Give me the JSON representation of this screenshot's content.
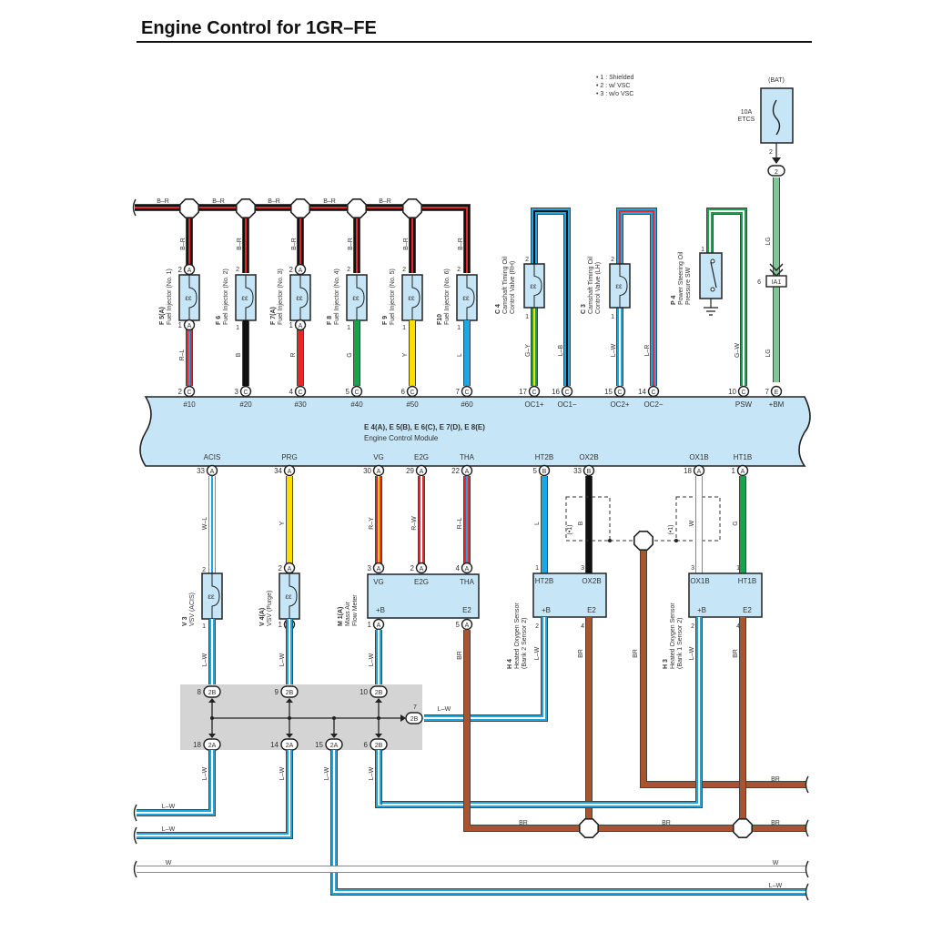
{
  "title": "Engine Control for 1GR–FE",
  "notes": [
    "• 1 : Shielded",
    "• 2 : w/ VSC",
    "• 3 : w/o VSC"
  ],
  "colors": {
    "module_fill": "#c6e6f7",
    "B": "#111111",
    "R": "#e8262c",
    "G": "#17a34a",
    "Y": "#ffdd00",
    "L": "#1aa7e6",
    "W": "#ffffff",
    "BR": "#a9532f",
    "LG": "#7cc896",
    "wire_outline": "#333333"
  },
  "fuse": {
    "source": "(BAT)",
    "rating": "10A",
    "name": "ETCS",
    "out_pin": "2",
    "connector": "2"
  },
  "ia1": {
    "label": "IA1",
    "pin": "6",
    "wire_upper": "LG",
    "wire_lower": "LG"
  },
  "ecm": {
    "ids": "E 4(A), E 5(B), E 6(C), E 7(D), E 8(E)",
    "name": "Engine Control Module",
    "top_pins": [
      {
        "terminal": "#10",
        "pin": "2",
        "conn": "C"
      },
      {
        "terminal": "#20",
        "pin": "3",
        "conn": "C"
      },
      {
        "terminal": "#30",
        "pin": "4",
        "conn": "C"
      },
      {
        "terminal": "#40",
        "pin": "5",
        "conn": "C"
      },
      {
        "terminal": "#50",
        "pin": "6",
        "conn": "C"
      },
      {
        "terminal": "#60",
        "pin": "7",
        "conn": "C"
      },
      {
        "terminal": "OC1+",
        "pin": "17",
        "conn": "C"
      },
      {
        "terminal": "OC1−",
        "pin": "16",
        "conn": "C"
      },
      {
        "terminal": "OC2+",
        "pin": "15",
        "conn": "C"
      },
      {
        "terminal": "OC2−",
        "pin": "14",
        "conn": "C"
      },
      {
        "terminal": "PSW",
        "pin": "10",
        "conn": "C"
      },
      {
        "terminal": "+BM",
        "pin": "7",
        "conn": "E"
      }
    ],
    "bottom_pins": [
      {
        "terminal": "ACIS",
        "pin": "33",
        "conn": "A"
      },
      {
        "terminal": "PRG",
        "pin": "34",
        "conn": "A"
      },
      {
        "terminal": "VG",
        "pin": "30",
        "conn": "A"
      },
      {
        "terminal": "E2G",
        "pin": "29",
        "conn": "A"
      },
      {
        "terminal": "THA",
        "pin": "22",
        "conn": "A"
      },
      {
        "terminal": "HT2B",
        "pin": "5",
        "conn": "B"
      },
      {
        "terminal": "OX2B",
        "pin": "33",
        "conn": "B"
      },
      {
        "terminal": "OX1B",
        "pin": "18",
        "conn": "A"
      },
      {
        "terminal": "HT1B",
        "pin": "1",
        "conn": "A"
      }
    ]
  },
  "injectors": [
    {
      "id": "F 5(A)",
      "name": "Fuel Injector (No. 1)",
      "top_wire": "B–R",
      "bottom_wire": "R–L",
      "pin_conn": "A"
    },
    {
      "id": "F 6",
      "name": "Fuel Injector (No. 2)",
      "top_wire": "B–R",
      "bottom_wire": "B",
      "pin_conn": ""
    },
    {
      "id": "F 7(A)",
      "name": "Fuel Injector (No. 3)",
      "top_wire": "B–R",
      "bottom_wire": "R",
      "pin_conn": "A"
    },
    {
      "id": "F 8",
      "name": "Fuel Injector (No. 4)",
      "top_wire": "B–R",
      "bottom_wire": "G",
      "pin_conn": ""
    },
    {
      "id": "F 9",
      "name": "Fuel Injector (No. 5)",
      "top_wire": "B–R",
      "bottom_wire": "Y",
      "pin_conn": ""
    },
    {
      "id": "F10",
      "name": "Fuel Injector (No. 6)",
      "top_wire": "B–R",
      "bottom_wire": "L",
      "pin_conn": ""
    }
  ],
  "bus_label": "B–R",
  "cam_valves": [
    {
      "id": "C 4",
      "name1": "Camshaft Timing Oil",
      "name2": "Control Valve (RH)",
      "wire_plus": "G–Y",
      "wire_minus": "L–B"
    },
    {
      "id": "C 3",
      "name1": "Camshaft Timing Oil",
      "name2": "Control Valve (LH)",
      "wire_plus": "L–W",
      "wire_minus": "L–R"
    }
  ],
  "ps_switch": {
    "id": "P 4",
    "name1": "Power Steering Oil",
    "name2": "Pressure SW",
    "wire": "G–W",
    "pin": "1"
  },
  "vsv": [
    {
      "id": "V 3",
      "name": "VSV (ACIS)",
      "wire_top": "W–L",
      "wire_bottom": "L–W"
    },
    {
      "id": "V 4(A)",
      "name": "VSV (Purge)",
      "wire_top": "Y",
      "wire_bottom": "L–W"
    }
  ],
  "maf": {
    "id": "M 1(A)",
    "name1": "Mass Air",
    "name2": "Flow Meter",
    "terminals": [
      "VG",
      "E2G",
      "THA",
      "+B",
      "E2"
    ],
    "wires": {
      "vg": "R–Y",
      "e2g": "R–W",
      "tha": "R–L",
      "b": "L–W",
      "e2": "BR"
    }
  },
  "o2_sensors": [
    {
      "id": "H 4",
      "name1": "Heated Oxygen Sensor",
      "name2": "(Bank 2 Sensor 2)",
      "t1": "HT2B",
      "t2": "OX2B",
      "t3": "+B",
      "t4": "E2",
      "w_ht": "L",
      "w_ox": "B",
      "w_b": "L–W",
      "w_e2": "BR"
    },
    {
      "id": "H 3",
      "name1": "Heated Oxygen Sensor",
      "name2": "(Bank 1 Sensor 2)",
      "t1": "OX1B",
      "t2": "HT1B",
      "t3": "+B",
      "t4": "E2",
      "w_ht": "G",
      "w_ox": "W",
      "w_b": "L–W",
      "w_e2": "BR"
    }
  ],
  "shield_note": "(•1)",
  "junction": {
    "top": [
      {
        "pin": "8",
        "conn": "2B"
      },
      {
        "pin": "9",
        "conn": "2B"
      },
      {
        "pin": "10",
        "conn": "2B"
      }
    ],
    "right": {
      "pin": "7",
      "conn": "2B"
    },
    "bottom": [
      {
        "pin": "18",
        "conn": "2A"
      },
      {
        "pin": "14",
        "conn": "2A"
      },
      {
        "pin": "15",
        "conn": "2A"
      },
      {
        "pin": "6",
        "conn": "2B"
      }
    ]
  },
  "bottom_wires": {
    "lw": "L–W",
    "br": "BR",
    "w": "W"
  }
}
